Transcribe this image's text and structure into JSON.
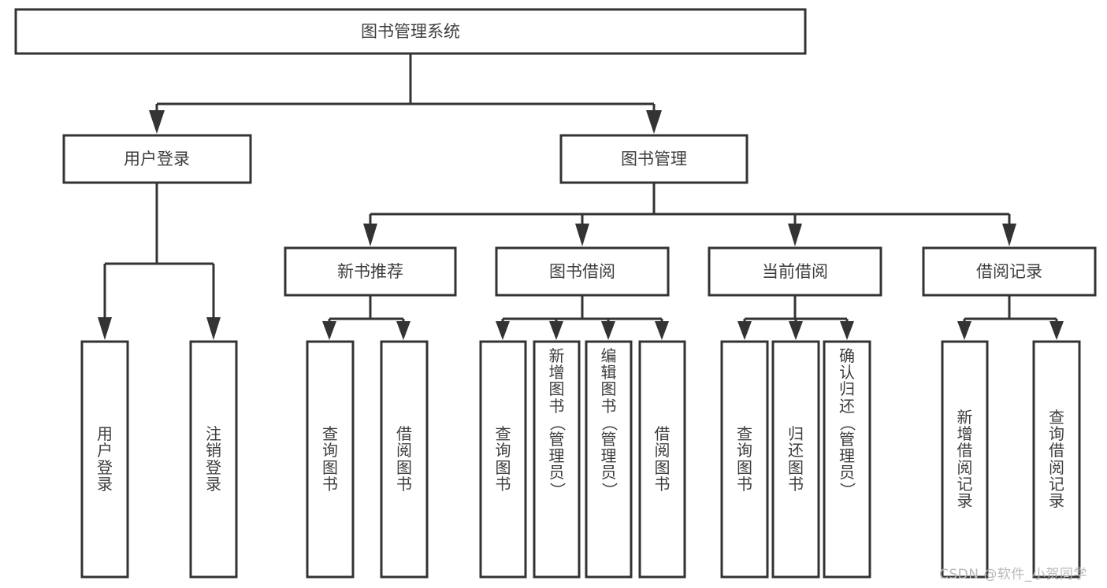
{
  "diagram": {
    "type": "tree-hierarchy",
    "title": "图书管理系统",
    "watermark": "CSDN @软件_小贺同学",
    "colors": {
      "box_stroke": "#333333",
      "box_fill": "#ffffff",
      "text": "#3d3d3d",
      "connector": "#333333",
      "background": "#ffffff",
      "watermark": "#b9b9b9"
    },
    "root": {
      "label": "图书管理系统",
      "orientation": "horizontal"
    },
    "level2": [
      {
        "label": "用户登录",
        "orientation": "horizontal"
      },
      {
        "label": "图书管理",
        "orientation": "horizontal"
      }
    ],
    "level3": [
      {
        "label": "新书推荐",
        "orientation": "horizontal",
        "parent": "图书管理"
      },
      {
        "label": "图书借阅",
        "orientation": "horizontal",
        "parent": "图书管理"
      },
      {
        "label": "当前借阅",
        "orientation": "horizontal",
        "parent": "图书管理"
      },
      {
        "label": "借阅记录",
        "orientation": "horizontal",
        "parent": "图书管理"
      }
    ],
    "leaves": [
      {
        "label": "用户登录",
        "orientation": "vertical",
        "parent": "用户登录"
      },
      {
        "label": "注销登录",
        "orientation": "vertical",
        "parent": "用户登录"
      },
      {
        "label": "查询图书",
        "orientation": "vertical",
        "parent": "新书推荐"
      },
      {
        "label": "借阅图书",
        "orientation": "vertical",
        "parent": "新书推荐"
      },
      {
        "label": "查询图书",
        "orientation": "vertical",
        "parent": "图书借阅"
      },
      {
        "label": "新增图书（管理员）",
        "orientation": "vertical",
        "parent": "图书借阅"
      },
      {
        "label": "编辑图书（管理员）",
        "orientation": "vertical",
        "parent": "图书借阅"
      },
      {
        "label": "借阅图书",
        "orientation": "vertical",
        "parent": "图书借阅"
      },
      {
        "label": "查询图书",
        "orientation": "vertical",
        "parent": "当前借阅"
      },
      {
        "label": "归还图书",
        "orientation": "vertical",
        "parent": "当前借阅"
      },
      {
        "label": "确认归还（管理员）",
        "orientation": "vertical",
        "parent": "当前借阅"
      },
      {
        "label": "新增借阅记录",
        "orientation": "vertical",
        "parent": "借阅记录"
      },
      {
        "label": "查询借阅记录",
        "orientation": "vertical",
        "parent": "借阅记录"
      }
    ]
  }
}
